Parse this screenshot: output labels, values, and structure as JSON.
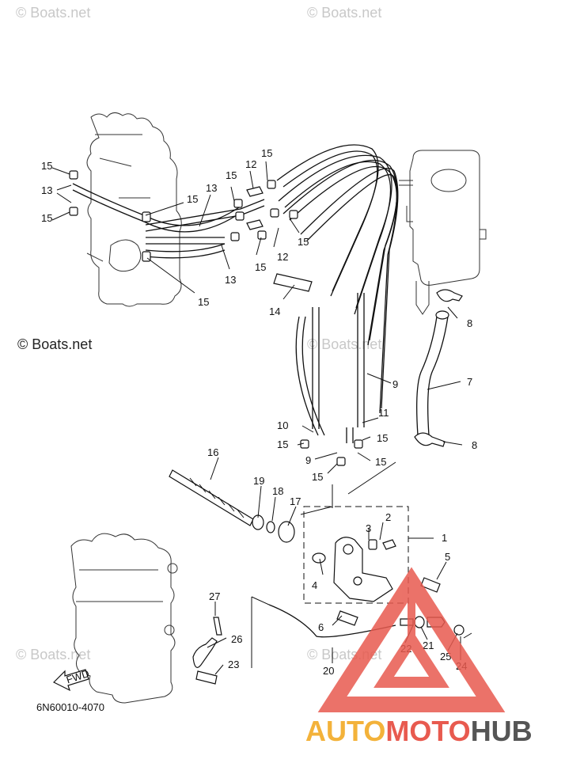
{
  "watermarks": {
    "top_left": "© Boats.net",
    "top_right": "© Boats.net",
    "middle_left": "© Boats.net",
    "middle_center": "© Boats.net",
    "bottom_left": "© Boats.net",
    "bottom_center": "© Boats.net"
  },
  "drawing_code": "6N60010-4070",
  "fwd_label": "FWD",
  "brand": {
    "part1": "AUTO",
    "part2": "MOTO",
    "part3": "HUB",
    "color_light": "#f3b23a",
    "color_mid": "#e85a4f",
    "color_dark": "#555555"
  },
  "callouts": {
    "c1": "1",
    "c2": "2",
    "c3": "3",
    "c4": "4",
    "c5": "5",
    "c6": "6",
    "c7": "7",
    "c8a": "8",
    "c8b": "8",
    "c9a": "9",
    "c9b": "9",
    "c10": "10",
    "c11": "11",
    "c12a": "12",
    "c12b": "12",
    "c13a": "13",
    "c13b": "13",
    "c13c": "13",
    "c14": "14",
    "c15a": "15",
    "c15b": "15",
    "c15c": "15",
    "c15d": "15",
    "c15e": "15",
    "c15f": "15",
    "c15g": "15",
    "c15h": "15",
    "c15i": "15",
    "c15j": "15",
    "c15k": "15",
    "c15l": "15",
    "c16": "16",
    "c17": "17",
    "c18": "18",
    "c19": "19",
    "c20": "20",
    "c21": "21",
    "c22": "22",
    "c23": "23",
    "c24": "24",
    "c25": "25",
    "c26": "26",
    "c27": "27"
  }
}
